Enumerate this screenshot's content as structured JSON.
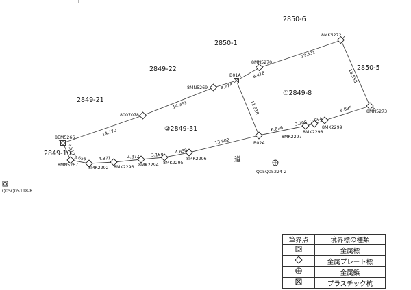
{
  "parcels": {
    "p2850_6": "2850-6",
    "p2850_1": "2850-1",
    "p2849_22": "2849-22",
    "p2850_5": "2850-5",
    "p2849_8": "①2849-8",
    "p2849_21": "2849-21",
    "p2849_31": "②2849-31",
    "p2849_10": "2849-10",
    "road": "道"
  },
  "points": {
    "mk5272": "8MK5272",
    "mn5270": "8MN5270",
    "b01a": "B01A",
    "mn5269": "8MN5269",
    "p8007078": "8007078",
    "mn5273": "8MN5273",
    "mk2299": "8MK2299",
    "mk2298": "8MK2298",
    "mk2297": "8MK2297",
    "b02a": "B02A",
    "em5266": "8EM5266",
    "mn5267": "8MN5267",
    "mk2292": "8MK2292",
    "mk2293": "8MK2293",
    "mk2294": "8MK2294",
    "mk2295": "8MK2295",
    "mk2296": "8MK2296",
    "q05q05224": "Q05Q05224-2",
    "q05q05118": "Q05Q05118-8"
  },
  "distances": {
    "d13331": "13.331",
    "d8418": "8.418",
    "d4674": "4.674",
    "d14933": "14.933",
    "d14170": "14.170",
    "d13558": "13.558",
    "d11918": "11.918",
    "d8895": "8.895",
    "d2994": "2.994",
    "d3208": "3.208",
    "d6836": "6.836",
    "d13802": "13.802",
    "d4838": "4.838",
    "d3160": "3.160",
    "d4872": "4.872",
    "d4871": "4.871",
    "d3655": "3.655",
    "d3519": "3.519"
  },
  "legend": {
    "header_symbol": "筆界点",
    "header_type": "境界標の種類",
    "rows": [
      {
        "icon": "metal-marker-icon",
        "label": "金属標"
      },
      {
        "icon": "metal-plate-marker-icon",
        "label": "金属プレート標"
      },
      {
        "icon": "metal-pin-icon",
        "label": "金属鋲"
      },
      {
        "icon": "plastic-stake-icon",
        "label": "プラスチック杭"
      }
    ]
  }
}
